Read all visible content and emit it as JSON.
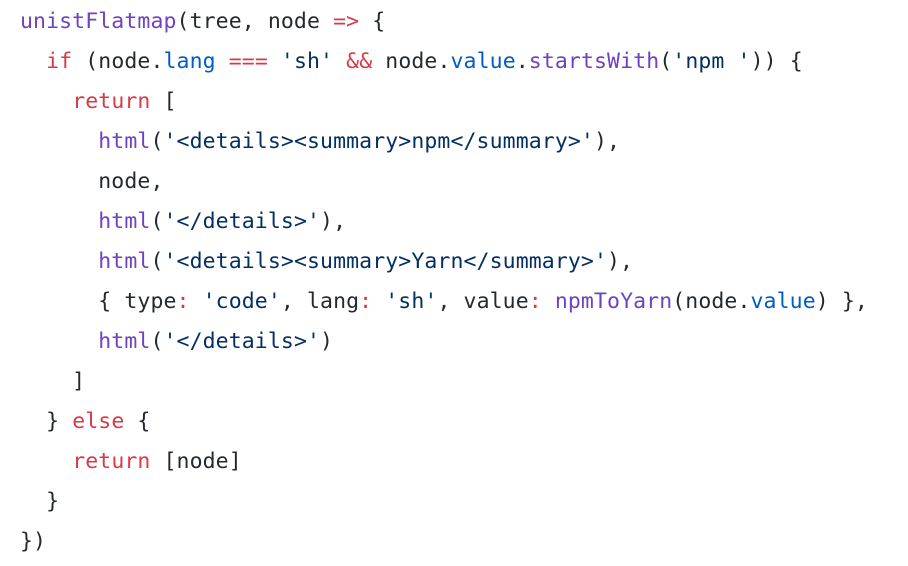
{
  "theme": {
    "background": "#ffffff",
    "plain": "#24292e",
    "keyword": "#d73a49",
    "function": "#6f42c1",
    "string": "#032f62",
    "property": "#005cc5"
  },
  "code": {
    "lines": [
      [
        {
          "text": "unistFlatmap",
          "kind": "fn"
        },
        {
          "text": "(tree, node ",
          "kind": "plain"
        },
        {
          "text": "=>",
          "kind": "kw"
        },
        {
          "text": " {",
          "kind": "plain"
        }
      ],
      [
        {
          "text": "  ",
          "kind": "plain"
        },
        {
          "text": "if",
          "kind": "kw"
        },
        {
          "text": " (node.",
          "kind": "plain"
        },
        {
          "text": "lang",
          "kind": "prop"
        },
        {
          "text": " ",
          "kind": "plain"
        },
        {
          "text": "===",
          "kind": "kw"
        },
        {
          "text": " ",
          "kind": "plain"
        },
        {
          "text": "'sh'",
          "kind": "str"
        },
        {
          "text": " ",
          "kind": "plain"
        },
        {
          "text": "&&",
          "kind": "kw"
        },
        {
          "text": " node.",
          "kind": "plain"
        },
        {
          "text": "value",
          "kind": "prop"
        },
        {
          "text": ".",
          "kind": "plain"
        },
        {
          "text": "startsWith",
          "kind": "fn"
        },
        {
          "text": "(",
          "kind": "plain"
        },
        {
          "text": "'npm '",
          "kind": "str"
        },
        {
          "text": ")) {",
          "kind": "plain"
        }
      ],
      [
        {
          "text": "    ",
          "kind": "plain"
        },
        {
          "text": "return",
          "kind": "kw"
        },
        {
          "text": " [",
          "kind": "plain"
        }
      ],
      [
        {
          "text": "      ",
          "kind": "plain"
        },
        {
          "text": "html",
          "kind": "fn"
        },
        {
          "text": "(",
          "kind": "plain"
        },
        {
          "text": "'<details><summary>npm</summary>'",
          "kind": "str"
        },
        {
          "text": "),",
          "kind": "plain"
        }
      ],
      [
        {
          "text": "      node,",
          "kind": "plain"
        }
      ],
      [
        {
          "text": "      ",
          "kind": "plain"
        },
        {
          "text": "html",
          "kind": "fn"
        },
        {
          "text": "(",
          "kind": "plain"
        },
        {
          "text": "'</details>'",
          "kind": "str"
        },
        {
          "text": "),",
          "kind": "plain"
        }
      ],
      [
        {
          "text": "      ",
          "kind": "plain"
        },
        {
          "text": "html",
          "kind": "fn"
        },
        {
          "text": "(",
          "kind": "plain"
        },
        {
          "text": "'<details><summary>Yarn</summary>'",
          "kind": "str"
        },
        {
          "text": "),",
          "kind": "plain"
        }
      ],
      [
        {
          "text": "      { type",
          "kind": "plain"
        },
        {
          "text": ":",
          "kind": "kw"
        },
        {
          "text": " ",
          "kind": "plain"
        },
        {
          "text": "'code'",
          "kind": "str"
        },
        {
          "text": ", lang",
          "kind": "plain"
        },
        {
          "text": ":",
          "kind": "kw"
        },
        {
          "text": " ",
          "kind": "plain"
        },
        {
          "text": "'sh'",
          "kind": "str"
        },
        {
          "text": ", value",
          "kind": "plain"
        },
        {
          "text": ":",
          "kind": "kw"
        },
        {
          "text": " ",
          "kind": "plain"
        },
        {
          "text": "npmToYarn",
          "kind": "fn"
        },
        {
          "text": "(node.",
          "kind": "plain"
        },
        {
          "text": "value",
          "kind": "prop"
        },
        {
          "text": ") },",
          "kind": "plain"
        }
      ],
      [
        {
          "text": "      ",
          "kind": "plain"
        },
        {
          "text": "html",
          "kind": "fn"
        },
        {
          "text": "(",
          "kind": "plain"
        },
        {
          "text": "'</details>'",
          "kind": "str"
        },
        {
          "text": ")",
          "kind": "plain"
        }
      ],
      [
        {
          "text": "    ]",
          "kind": "plain"
        }
      ],
      [
        {
          "text": "  } ",
          "kind": "plain"
        },
        {
          "text": "else",
          "kind": "kw"
        },
        {
          "text": " {",
          "kind": "plain"
        }
      ],
      [
        {
          "text": "    ",
          "kind": "plain"
        },
        {
          "text": "return",
          "kind": "kw"
        },
        {
          "text": " [node]",
          "kind": "plain"
        }
      ],
      [
        {
          "text": "  }",
          "kind": "plain"
        }
      ],
      [
        {
          "text": "})",
          "kind": "plain"
        }
      ]
    ]
  }
}
